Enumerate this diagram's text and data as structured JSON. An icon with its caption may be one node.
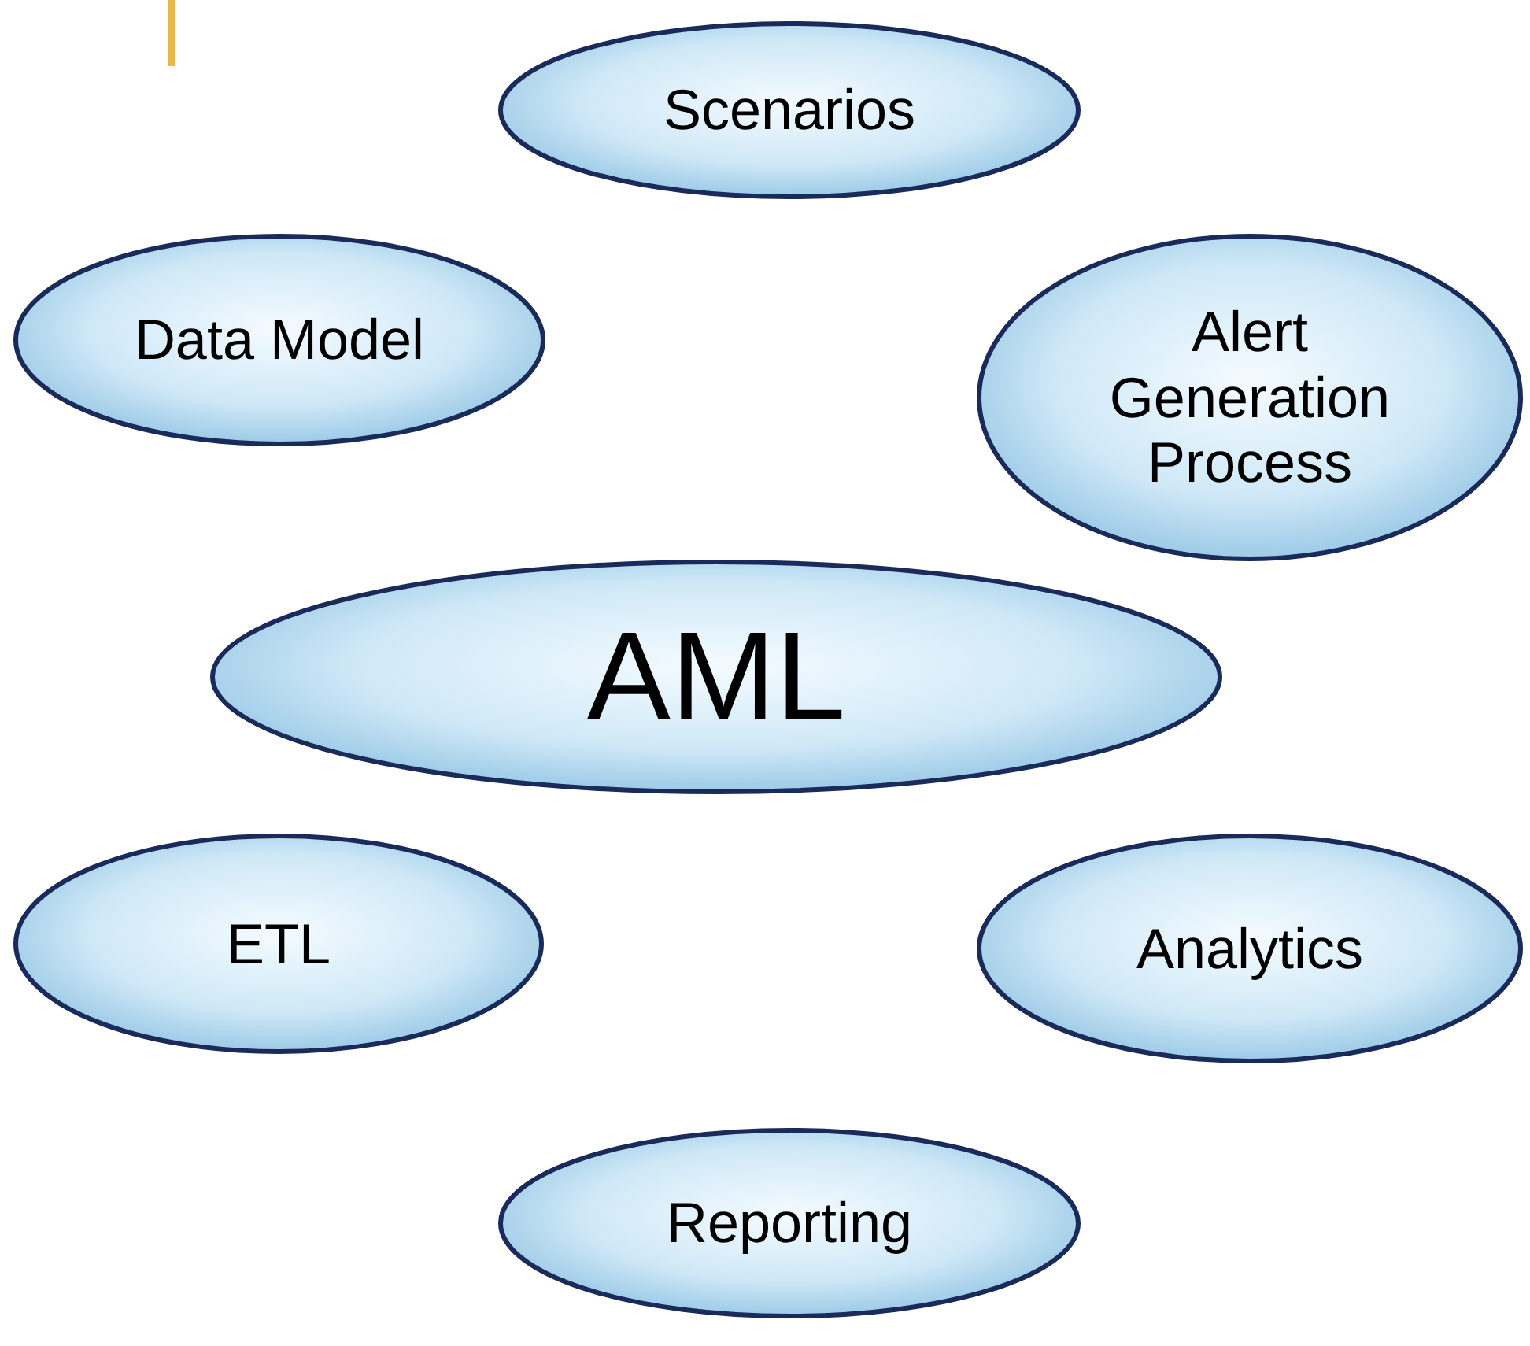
{
  "diagram": {
    "nodes": [
      {
        "text": [
          "Scenarios"
        ]
      },
      {
        "text": [
          "Data Model"
        ]
      },
      {
        "text": [
          "Alert Generation Process"
        ]
      },
      {
        "text": [
          "AML"
        ]
      },
      {
        "text": [
          "ETL"
        ]
      },
      {
        "text": [
          "Analytics"
        ]
      },
      {
        "text": [
          "Reporting"
        ]
      }
    ]
  }
}
